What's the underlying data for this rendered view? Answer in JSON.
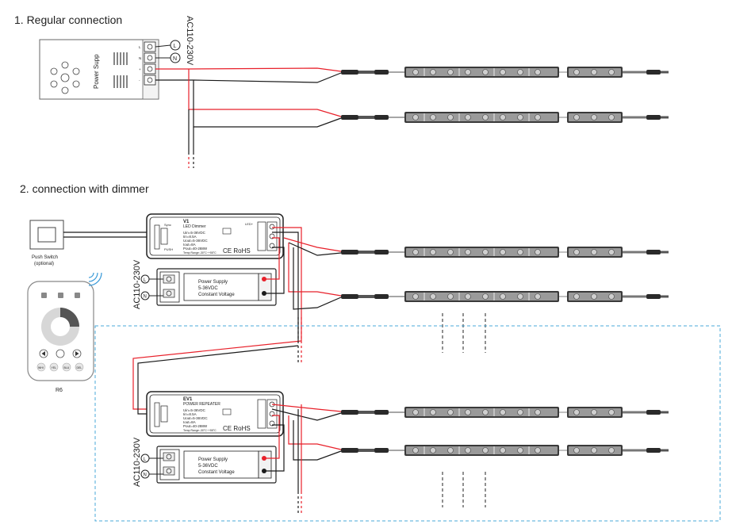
{
  "headings": {
    "section1": "1. Regular connection",
    "section2": "2. connection with dimmer"
  },
  "power_supply_1": {
    "label": "Power Supp",
    "terminals": [
      "L",
      "N",
      "+",
      "-"
    ],
    "input_voltage": "AC110-230V"
  },
  "push_switch": {
    "label": "Push Switch",
    "note": "(optional)"
  },
  "remote": {
    "label": "R6",
    "keys": [
      "WHI",
      "YEL",
      "BLU",
      "DEL"
    ]
  },
  "dimmer": {
    "model": "V1",
    "name": "LED Dimmer",
    "specs": [
      "Uin=5-36VDC",
      "Iin=8.5A",
      "Uout=5-36VDC",
      "Iout=8A",
      "Pout=40-288W",
      "Temp Range:-30°C~+55°C"
    ],
    "terminal_labels": [
      "Sync",
      "PUSH"
    ],
    "cert": "CE RoHS",
    "symbol": "LED+"
  },
  "repeater": {
    "model": "EV1",
    "name": "POWER REPEATER",
    "specs": [
      "Uin=5-36VDC",
      "Iin=8.5A",
      "Uout=5-36VDC",
      "Iout=8A",
      "Pout=40-288W",
      "Temp Range:-30°C~+55°C"
    ],
    "cert": "CE RoHS"
  },
  "power_supply_box": {
    "line1": "Power Supply",
    "line2": "5-36VDC",
    "line3": "Constant Voltage",
    "input_voltage": "AC110-230V",
    "terminals": [
      "L",
      "N"
    ]
  },
  "colors": {
    "positive_wire": "#e8202a",
    "negative_wire": "#1a1a1a",
    "dashed_box": "#4aa8d8",
    "strip_body": "#3a3a3a"
  }
}
